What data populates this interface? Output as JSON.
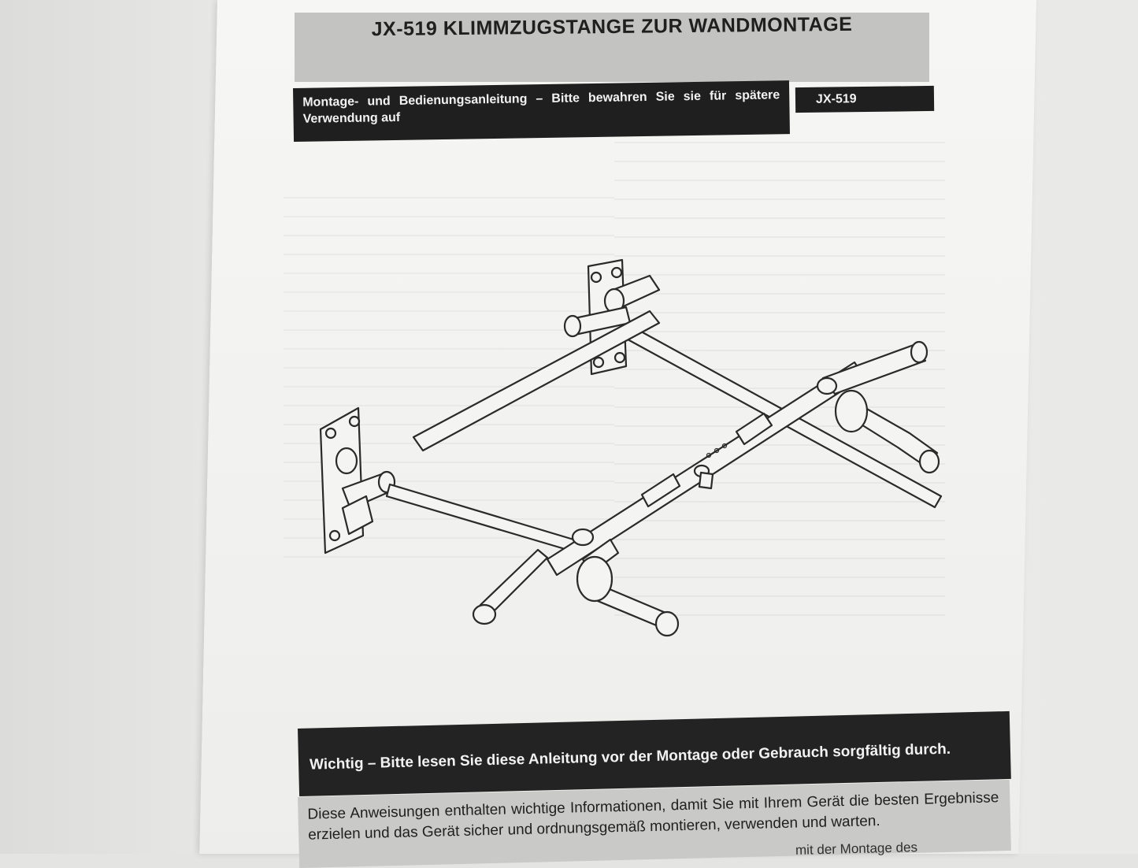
{
  "document": {
    "title": "JX-519 KLIMMZUGSTANGE ZUR WANDMONTAGE",
    "subtitle": "Montage- und Bedienungsanleitung – Bitte bewahren Sie sie für spätere Verwendung auf",
    "model_code": "JX-519",
    "warning_heading": "Wichtig – Bitte lesen Sie diese Anleitung vor der Montage oder Gebrauch sorgfältig durch.",
    "intro_text": "Diese Anweisungen enthalten wichtige Informationen, damit Sie mit Ihrem Gerät die besten Ergebnisse erzielen und das Gerät sicher und ordnungsgemäß montieren, verwenden und warten.",
    "cut_off_text": "mit der Montage des"
  },
  "illustration": {
    "icon": "wall-mounted-pull-up-bar-illustration",
    "stroke_color": "#2a2a2a",
    "fill_color": "#f4f4f2"
  }
}
